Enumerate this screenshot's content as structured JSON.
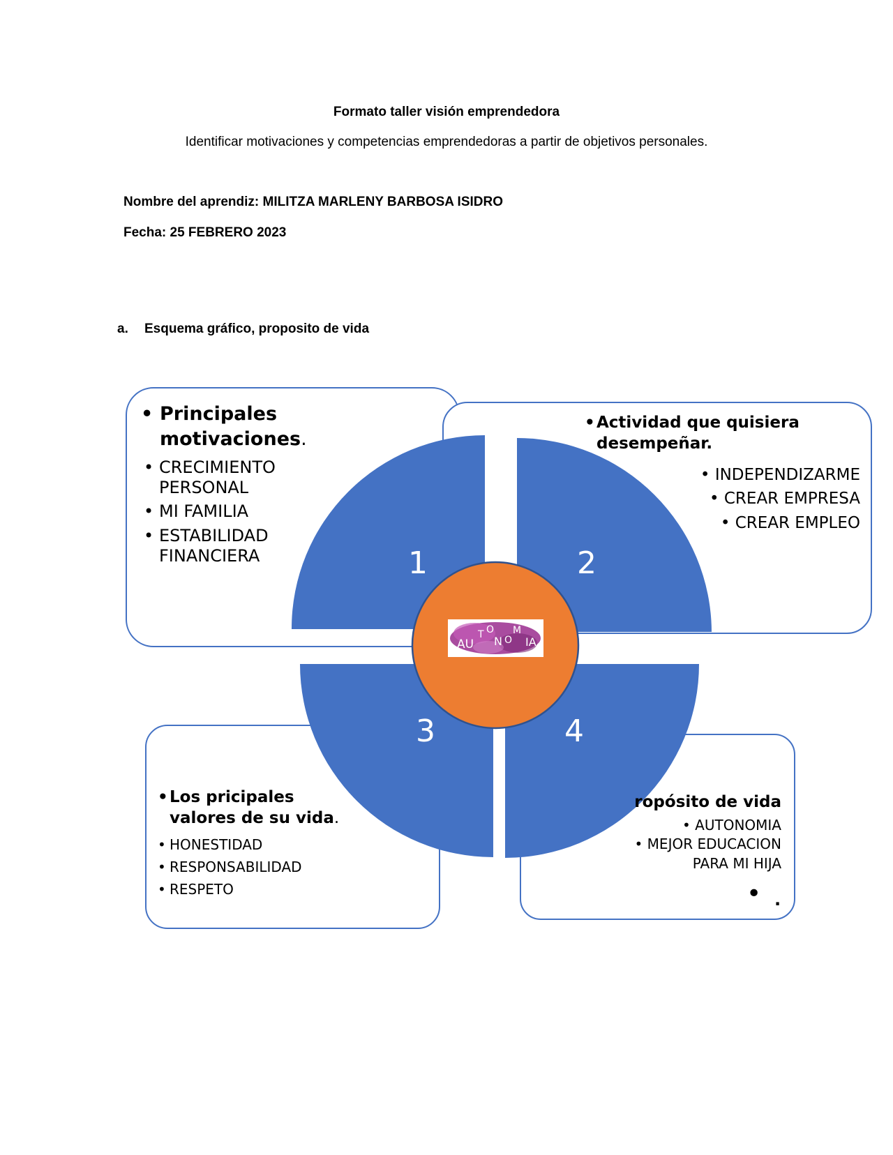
{
  "document": {
    "title": "Formato taller visión emprendedora",
    "subtitle": "Identificar motivaciones y competencias emprendedoras a partir de objetivos personales.",
    "name_label": "Nombre del aprendiz: MILITZA MARLENY BARBOSA ISIDRO",
    "date_label": "Fecha: 25 FEBRERO 2023",
    "section_marker": "a.",
    "section_title": "Esquema gráfico, proposito de vida"
  },
  "diagram": {
    "colors": {
      "quadrant_fill": "#4472c4",
      "center_fill": "#ed7d31",
      "border": "#4472c4",
      "logo_purple": "#a23d97"
    },
    "center_logo_text": [
      "AU",
      "T",
      "O",
      "N",
      "O",
      "M",
      "IA"
    ],
    "quadrants": [
      {
        "number": "1"
      },
      {
        "number": "2"
      },
      {
        "number": "3"
      },
      {
        "number": "4"
      }
    ],
    "box1": {
      "heading_line1": "Principales",
      "heading_line2": "motivaciones",
      "heading_suffix": ".",
      "items": [
        {
          "line1": "CRECIMIENTO",
          "line2": "PERSONAL"
        },
        {
          "line1": "MI FAMILIA",
          "line2": ""
        },
        {
          "line1": "ESTABILIDAD",
          "line2": "FINANCIERA"
        }
      ]
    },
    "box2": {
      "heading_line1": "Actividad que quisiera",
      "heading_line2": "desempeñar.",
      "items": [
        "INDEPENDIZARME",
        "CREAR EMPRESA",
        "CREAR EMPLEO"
      ]
    },
    "box3": {
      "heading_line1": "Los pricipales",
      "heading_line2": "valores de su vida",
      "heading_suffix": ".",
      "items": [
        "HONESTIDAD",
        "RESPONSABILIDAD",
        "RESPETO"
      ]
    },
    "box4": {
      "heading": "ropósito de vida",
      "items": [
        {
          "line1": "AUTONOMIA",
          "line2": ""
        },
        {
          "line1": "MEJOR EDUCACION",
          "line2": "PARA MI HIJA"
        }
      ],
      "trailing_mark": "."
    },
    "bullet_char": "•"
  }
}
